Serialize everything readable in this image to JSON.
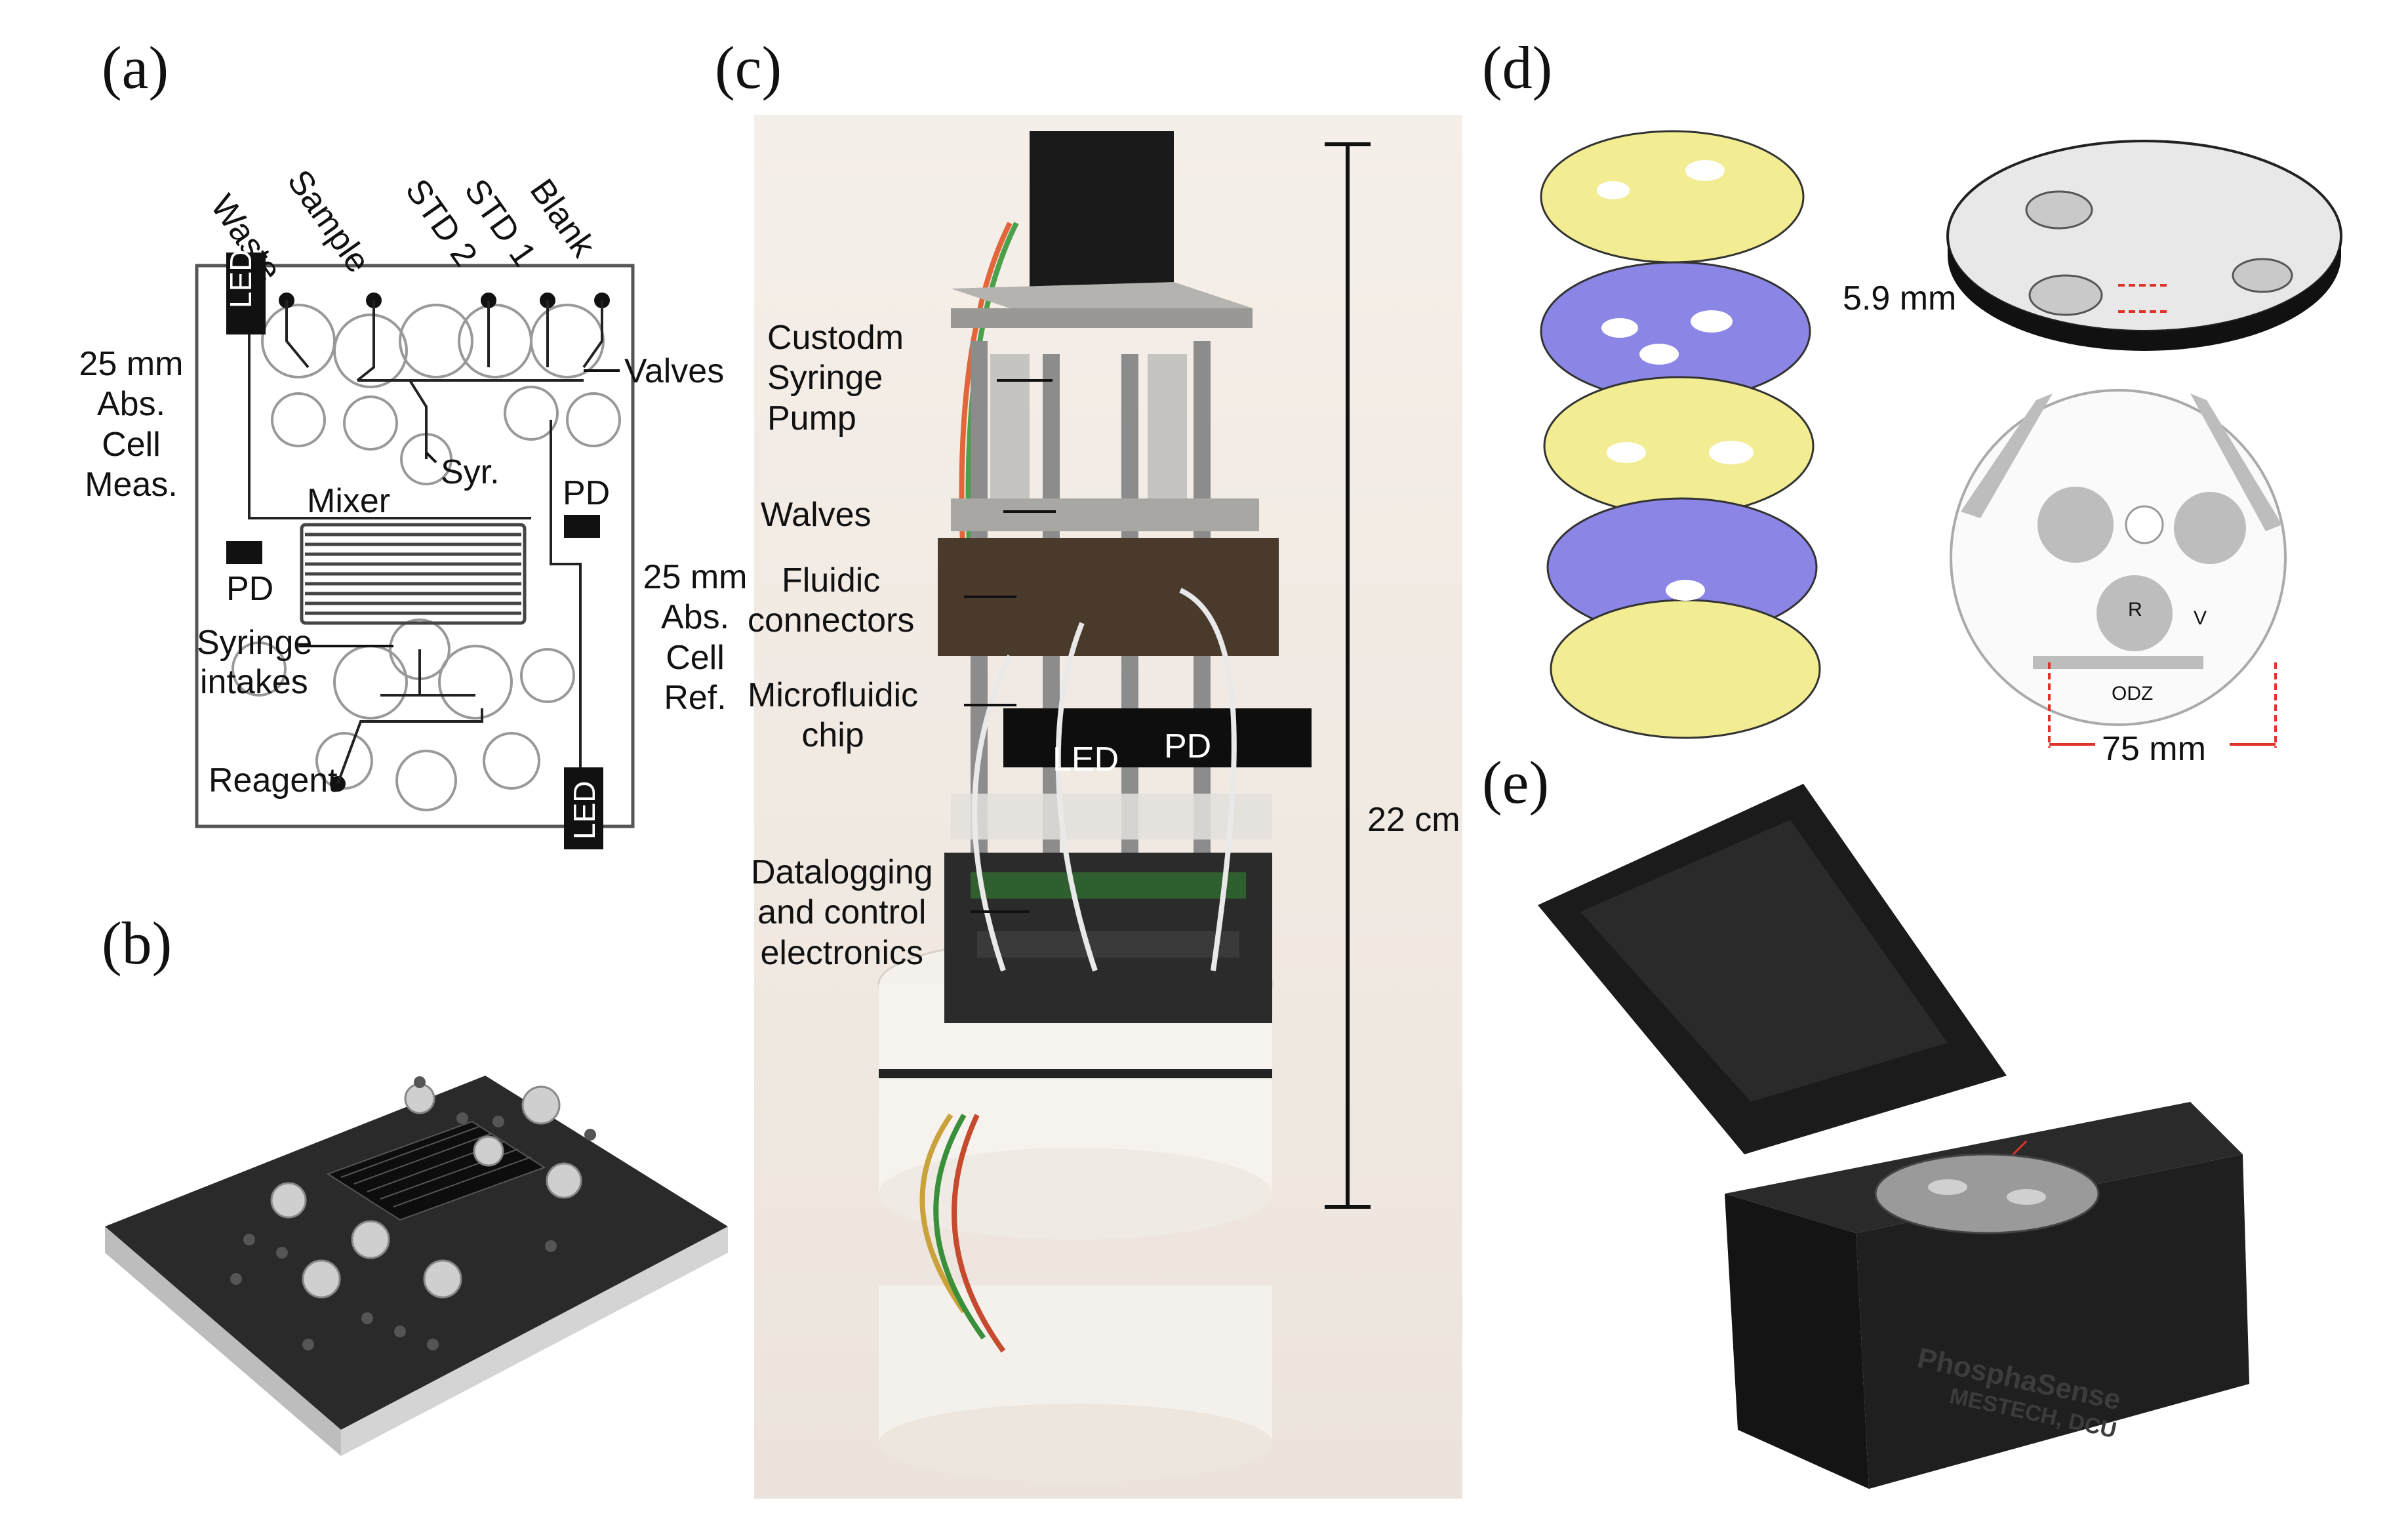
{
  "panels": {
    "a": {
      "label": "(a)",
      "ports": [
        "Waste",
        "Sample",
        "STD 2",
        "STD 1",
        "Blank"
      ],
      "valves": "Valves",
      "syr": "Syr.",
      "mixer": "Mixer",
      "pd_left": "PD",
      "pd_right": "PD",
      "led_top": "LED",
      "led_bottom": "LED",
      "syringe_intakes": [
        "Syringe",
        "intakes"
      ],
      "reagent": "Reagent",
      "abs_meas": [
        "25 mm",
        "Abs.",
        "Cell",
        "Meas."
      ],
      "abs_ref": [
        "25 mm",
        "Abs.",
        "Cell",
        "Ref."
      ]
    },
    "b": {
      "label": "(b)"
    },
    "c": {
      "label": "(c)",
      "pump": [
        "Custodm",
        "Syringe",
        "Pump"
      ],
      "walves": "Walves",
      "fluidic": [
        "Fluidic",
        "connectors"
      ],
      "chip": [
        "Microfluidic",
        "chip"
      ],
      "electronics": [
        "Datalogging",
        "and control",
        "electronics"
      ],
      "led": "LED",
      "pd": "PD",
      "height": "22 cm"
    },
    "d": {
      "label": "(d)",
      "thickness": "5.9 mm",
      "diameter": "75 mm",
      "r_marker": "R",
      "v_marker": "V",
      "odz_marker": "ODZ"
    },
    "e": {
      "label": "(e)",
      "brand_lines": [
        "PhosphaSense",
        "MESTECH, DCU"
      ]
    }
  },
  "colors": {
    "layer_yellow": "#f2ec92",
    "layer_blue": "#8b86e6",
    "dim_red": "#e0332a",
    "device_black": "#1b1b1b"
  }
}
